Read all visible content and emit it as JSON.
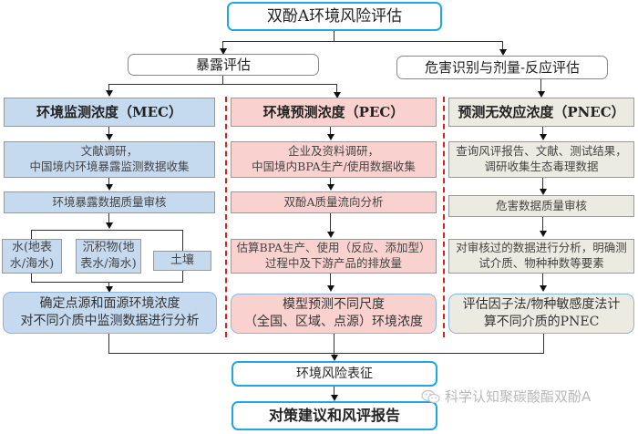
{
  "title": "双酚A环境风险评估",
  "stages": {
    "exposure": "暴露评估",
    "hazard": "危害识别与剂量-反应评估"
  },
  "columns": {
    "mec": {
      "header": "环境监测浓度（MEC）",
      "steps": [
        "文献调研，\n中国境内环境暴露监测数据收集",
        "环境暴露数据质量审核"
      ],
      "media": [
        "水(地表\n水/海水)",
        "沉积物(地\n表水/海水)",
        "土壤"
      ],
      "result": "确定点源和面源环境浓度\n对不同介质中监测数据进行分析"
    },
    "pec": {
      "header": "环境预测浓度（PEC）",
      "steps": [
        "企业及资料调研，\n中国境内BPA生产/使用数据收集",
        "双酚A质量流向分析",
        "估算BPA生产、使用（反应、添加型）\n过程中及下游产品的排放量"
      ],
      "result": "模型预测不同尺度\n（全国、区域、点源）环境浓度"
    },
    "pnec": {
      "header": "预测无效应浓度（PNEC）",
      "steps": [
        "查询风评报告、文献、测试结果，\n调研收集生态毒理数据",
        "危害数据质量审核",
        "对审核过的数据进行分析，明确测\n试介质、物种种数等要素"
      ],
      "result": "评估因子法/物种敏感度法计\n算不同介质的PNEC"
    }
  },
  "characterization": "环境风险表征",
  "report": "对策建议和风评报告",
  "watermark": {
    "icon": "wechat-icon",
    "text": "科学认知聚碳酸酯双酚A"
  },
  "colors": {
    "title_border": "#1fa8e0",
    "mec_fill": "#c5d9ef",
    "pec_fill": "#f9d2cf",
    "pnec_fill": "#ecebe1",
    "divider": "#e02020"
  }
}
